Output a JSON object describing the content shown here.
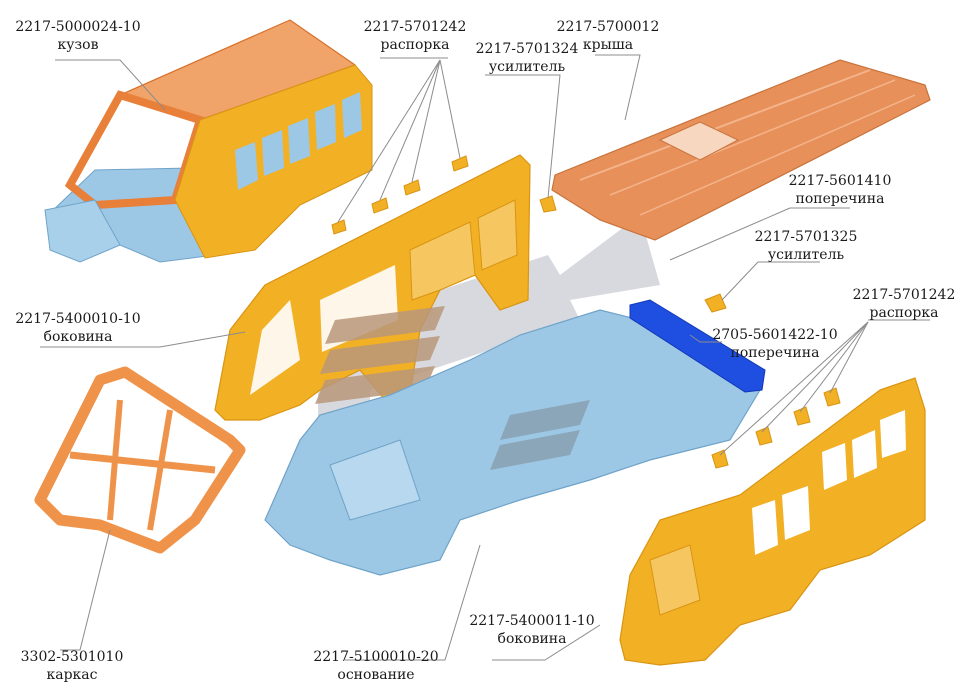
{
  "colors": {
    "orange": "#f0934a",
    "orange_dark": "#d8702a",
    "roof": "#e8905a",
    "yellow": "#f2b025",
    "yellow_dark": "#d99412",
    "blue": "#9cc8e6",
    "blue_dark": "#6fa3c8",
    "blue_bar": "#1f4fe0",
    "arrow": "#c9ccd3",
    "leader": "#8c8c8c"
  },
  "labels": {
    "body": {
      "code": "2217-5000024-10",
      "name": "кузов"
    },
    "brace_top": {
      "code": "2217-5701242",
      "name": "распорка"
    },
    "reinf_top": {
      "code": "2217-5701324",
      "name": "усилитель"
    },
    "roof": {
      "code": "2217-5700012",
      "name": "крыша"
    },
    "crossmember_top": {
      "code": "2217-5601410",
      "name": "поперечина"
    },
    "reinf_mid": {
      "code": "2217-5701325",
      "name": "усилитель"
    },
    "brace_right": {
      "code": "2217-5701242",
      "name": "распорка"
    },
    "crossmember_mid": {
      "code": "2705-5601422-10",
      "name": "поперечина"
    },
    "side_left": {
      "code": "2217-5400010-10",
      "name": "боковина"
    },
    "frame": {
      "code": "3302-5301010",
      "name": "каркас"
    },
    "base": {
      "code": "2217-5100010-20",
      "name": "основание"
    },
    "side_right": {
      "code": "2217-5400011-10",
      "name": "боковина"
    }
  }
}
